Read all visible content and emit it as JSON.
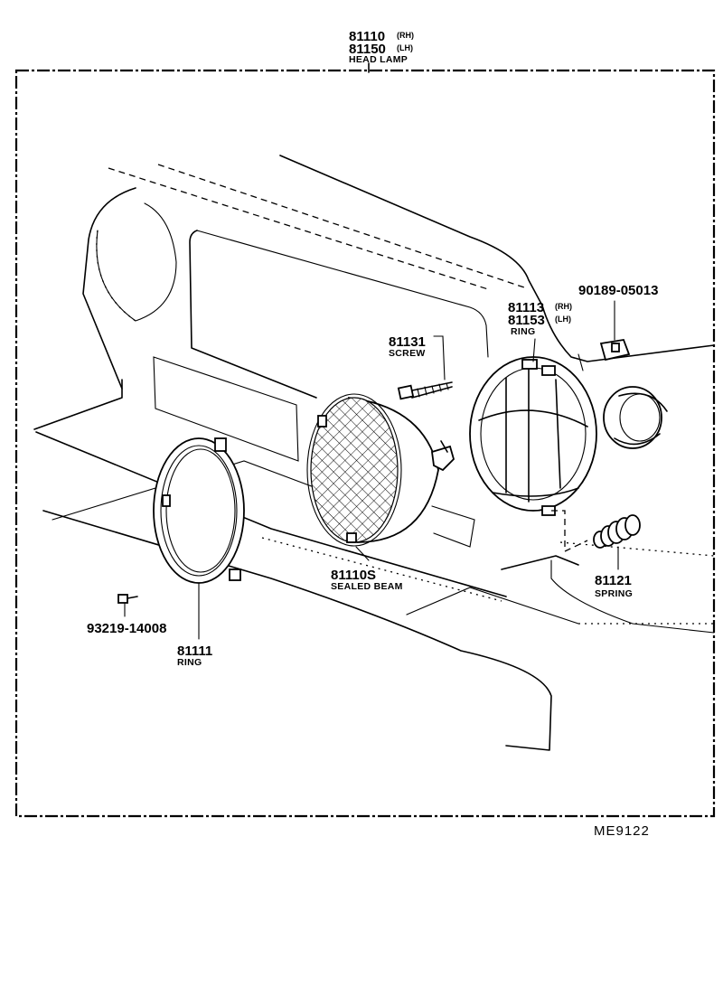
{
  "header": {
    "part_rh": "81110",
    "part_rh_side": "(RH)",
    "part_lh": "81150",
    "part_lh_side": "(LH)",
    "part_name": "HEAD LAMP"
  },
  "callouts": {
    "clip": {
      "number": "90189-05013"
    },
    "ring_rear": {
      "number_rh": "81113",
      "side_rh": "(RH)",
      "number_lh": "81153",
      "side_lh": "(LH)",
      "name": "RING"
    },
    "screw": {
      "number": "81131",
      "name": "SCREW"
    },
    "sealed_beam": {
      "number": "81110S",
      "name": "SEALED BEAM"
    },
    "spring": {
      "number": "81121",
      "name": "SPRING"
    },
    "small_screw": {
      "number": "93219-14008"
    },
    "ring_front": {
      "number": "81111",
      "name": "RING"
    }
  },
  "reference_code": "ME9122"
}
